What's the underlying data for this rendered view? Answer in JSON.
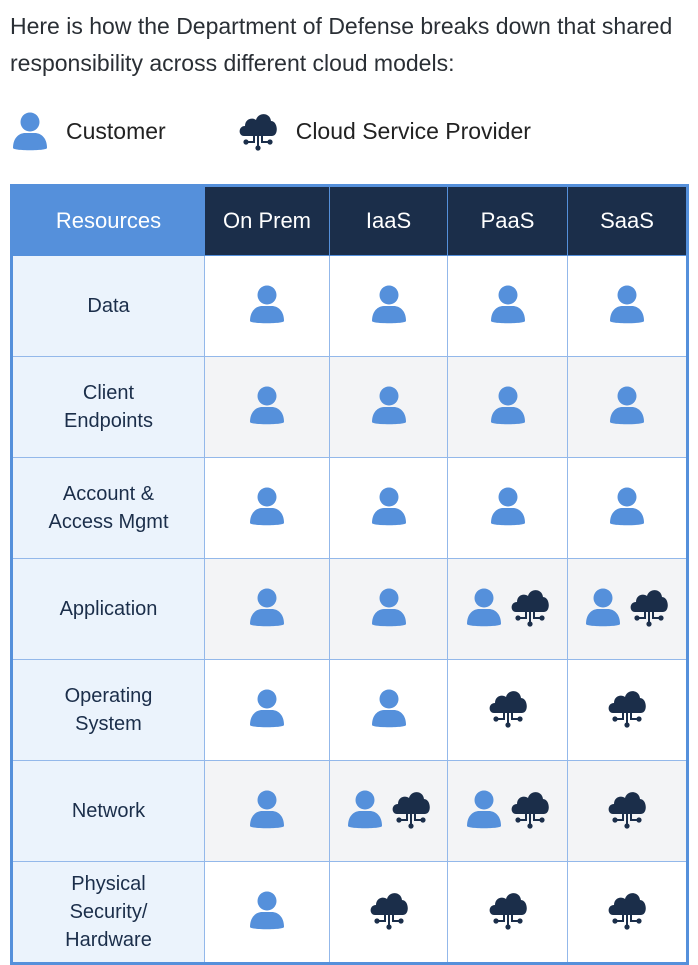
{
  "intro": "Here is how the Department of Defense breaks down that shared responsibility across different cloud models:",
  "legend": {
    "customer": "Customer",
    "provider": "Cloud Service Provider"
  },
  "table": {
    "headers": [
      "Resources",
      "On Prem",
      "IaaS",
      "PaaS",
      "SaaS"
    ],
    "rows": [
      {
        "resource": "Data",
        "cells": [
          [
            "customer"
          ],
          [
            "customer"
          ],
          [
            "customer"
          ],
          [
            "customer"
          ]
        ]
      },
      {
        "resource": "Client Endpoints",
        "cells": [
          [
            "customer"
          ],
          [
            "customer"
          ],
          [
            "customer"
          ],
          [
            "customer"
          ]
        ]
      },
      {
        "resource": "Account & Access Mgmt",
        "cells": [
          [
            "customer"
          ],
          [
            "customer"
          ],
          [
            "customer"
          ],
          [
            "customer"
          ]
        ]
      },
      {
        "resource": "Application",
        "cells": [
          [
            "customer"
          ],
          [
            "customer"
          ],
          [
            "customer",
            "provider"
          ],
          [
            "customer",
            "provider"
          ]
        ]
      },
      {
        "resource": "Operating System",
        "cells": [
          [
            "customer"
          ],
          [
            "customer"
          ],
          [
            "provider"
          ],
          [
            "provider"
          ]
        ]
      },
      {
        "resource": "Network",
        "cells": [
          [
            "customer"
          ],
          [
            "customer",
            "provider"
          ],
          [
            "customer",
            "provider"
          ],
          [
            "provider"
          ]
        ]
      },
      {
        "resource": "Physical Security/ Hardware",
        "cells": [
          [
            "customer"
          ],
          [
            "provider"
          ],
          [
            "provider"
          ],
          [
            "provider"
          ]
        ]
      }
    ]
  },
  "colors": {
    "customer": "#5590db",
    "provider": "#1b2e4a"
  }
}
